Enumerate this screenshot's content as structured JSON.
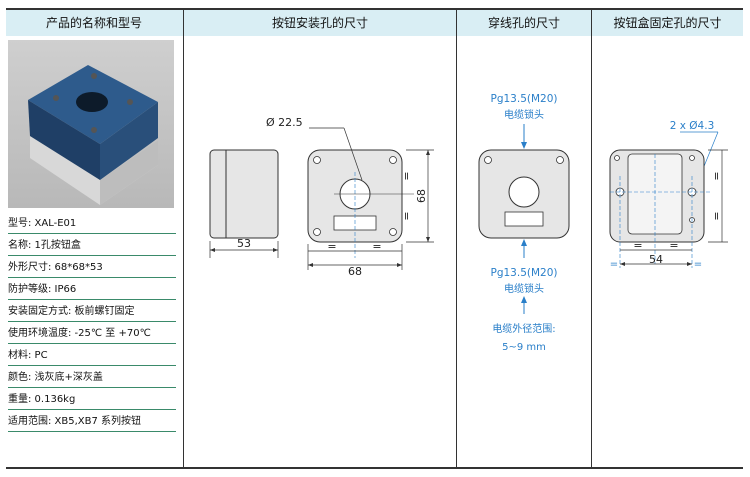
{
  "headers": {
    "product": "产品的名称和型号",
    "mount_hole": "按钮安装孔的尺寸",
    "cable_hole": "穿线孔的尺寸",
    "box_fix_hole": "按钮盒固定孔的尺寸"
  },
  "specs": [
    "型号: XAL-E01",
    "名称: 1孔按钮盒",
    "外形尺寸: 68*68*53",
    "防护等级: IP66",
    "安装固定方式: 板前螺钉固定",
    "使用环境温度: -25℃ 至 +70℃",
    "材料: PC",
    "颜色: 浅灰底+深灰盖",
    "重量: 0.136kg",
    "适用范围: XB5,XB7 系列按钮"
  ],
  "mount_drawing": {
    "hole_dia": "Ø 22.5",
    "width_side": "53",
    "width_front": "68",
    "height_front": "68",
    "equal": "="
  },
  "cable_drawing": {
    "top_label_1": "Pg13.5(M20)",
    "top_label_2": "电缆锁头",
    "bottom_label_1": "Pg13.5(M20)",
    "bottom_label_2": "电缆锁头",
    "range_label_1": "电缆外径范围:",
    "range_label_2": "5~9 mm"
  },
  "fix_drawing": {
    "hole_label": "2 x Ø4.3",
    "width": "54",
    "equal": "="
  },
  "colors": {
    "header_bg": "#d9eef4",
    "accent_blue": "#2a7fc9",
    "row_line": "#3a8a6a"
  }
}
